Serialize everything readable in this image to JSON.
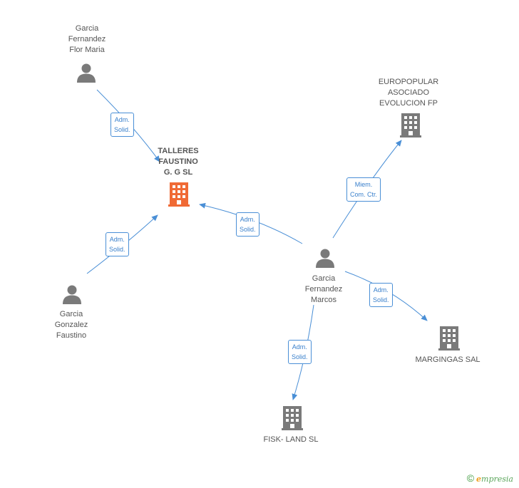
{
  "diagram": {
    "nodes": [
      {
        "id": "garcia-fernandez-flor-maria",
        "kind": "person",
        "label": "Garcia\nFernandez\nFlor Maria"
      },
      {
        "id": "talleres-faustino",
        "kind": "company-main",
        "label": "TALLERES\nFAUSTINO\nG. G SL"
      },
      {
        "id": "garcia-gonzalez-faustino",
        "kind": "person",
        "label": "Garcia\nGonzalez\nFaustino"
      },
      {
        "id": "garcia-fernandez-marcos",
        "kind": "person",
        "label": "Garcia\nFernandez\nMarcos"
      },
      {
        "id": "europopular",
        "kind": "company",
        "label": "EUROPOPULAR\nASOCIADO\nEVOLUCION FP"
      },
      {
        "id": "margingas",
        "kind": "company",
        "label": "MARGINGAS SAL"
      },
      {
        "id": "fisk-land",
        "kind": "company",
        "label": "FISK- LAND SL"
      }
    ],
    "edges": [
      {
        "from": "garcia-fernandez-flor-maria",
        "to": "talleres-faustino",
        "label": "Adm.\nSolid."
      },
      {
        "from": "garcia-gonzalez-faustino",
        "to": "talleres-faustino",
        "label": "Adm.\nSolid."
      },
      {
        "from": "garcia-fernandez-marcos",
        "to": "talleres-faustino",
        "label": "Adm.\nSolid."
      },
      {
        "from": "garcia-fernandez-marcos",
        "to": "europopular",
        "label": "Miem.\nCom. Ctr."
      },
      {
        "from": "garcia-fernandez-marcos",
        "to": "margingas",
        "label": "Adm.\nSolid."
      },
      {
        "from": "garcia-fernandez-marcos",
        "to": "fisk-land",
        "label": "Adm.\nSolid."
      }
    ]
  },
  "footer": {
    "copyright": "©",
    "brand_first": "e",
    "brand_rest": "mpresia"
  },
  "colors": {
    "main_company": "#f06a35",
    "node": "#7a7a7a",
    "edge": "#4a8fd6"
  }
}
